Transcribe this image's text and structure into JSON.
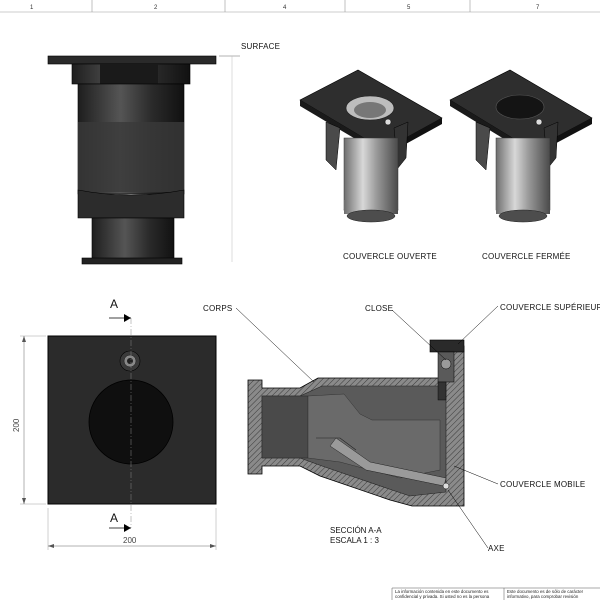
{
  "title_block": {
    "zones": [
      "1",
      "2",
      "4",
      "5",
      "7"
    ],
    "notes": [
      "La información contenida en este documento es",
      "confidencial y privada. Si usted no es la persona",
      "Este documento es de sólo de carácter",
      "informativo, para comprobar revisión"
    ]
  },
  "views": {
    "side": {
      "label": "SURFACE"
    },
    "iso_open": {
      "caption": "COUVERCLE OUVERTE"
    },
    "iso_closed": {
      "caption": "COUVERCLE FERMÉE"
    },
    "top": {
      "section_mark_top": "A",
      "section_mark_bottom": "A",
      "dim_width": "200",
      "dim_height": "200"
    },
    "section": {
      "title": "SECCIÓN A-A",
      "scale": "ESCALA 1 : 3",
      "labels": {
        "corps": "CORPS",
        "close": "CLOSE",
        "couvercle_superieur": "COUVERCLE SUPÉRIEUR",
        "couvercle_mobile": "COUVERCLE MOBILE",
        "axe": "AXE"
      }
    }
  },
  "colors": {
    "ink": "#111111",
    "body_dark": "#2b2b2b",
    "body_mid": "#5a5a5a",
    "metal_light": "#c8c8c8",
    "hatch": "#6b6b6b"
  }
}
